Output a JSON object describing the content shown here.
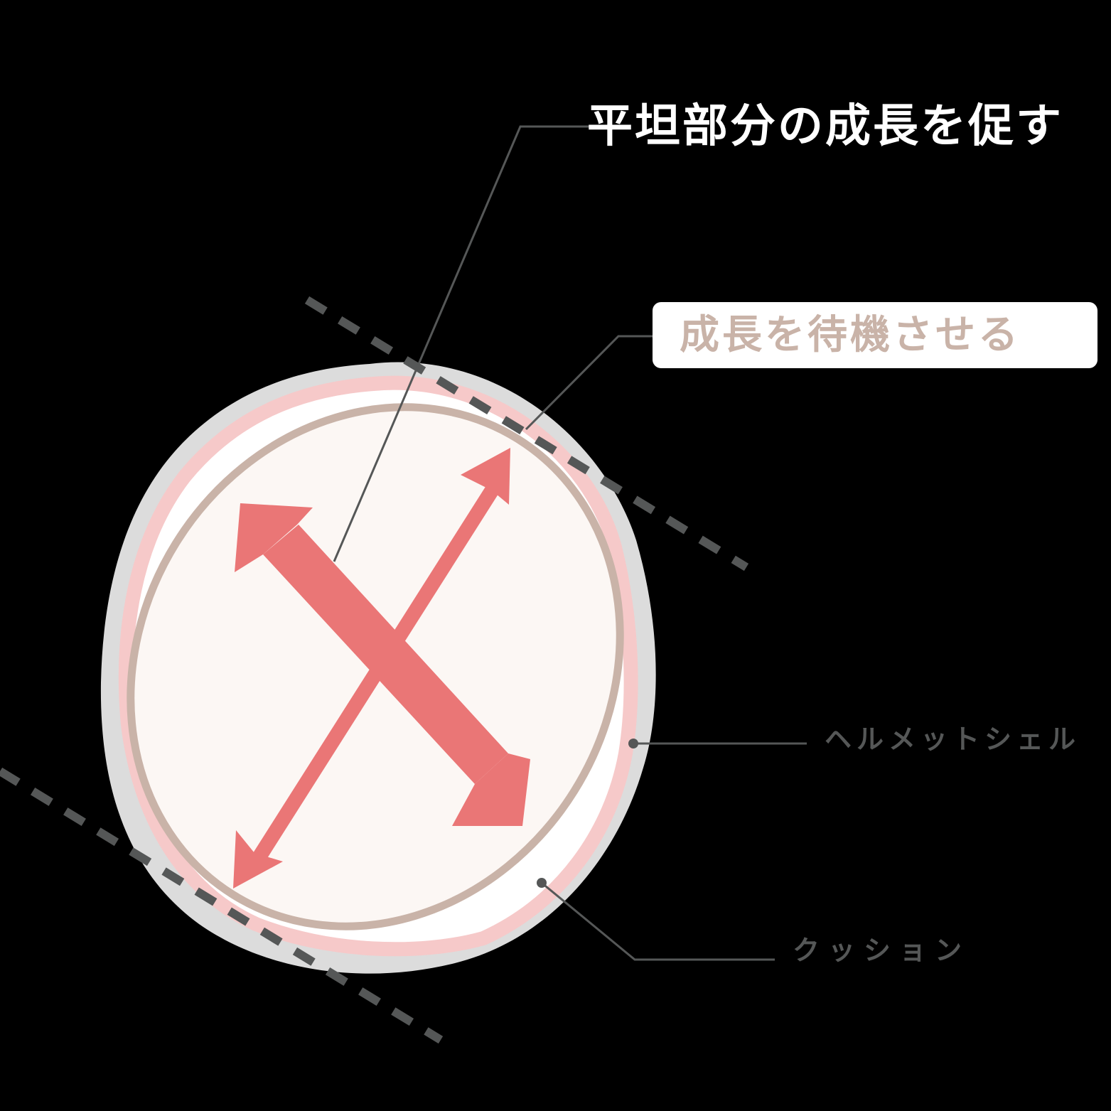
{
  "labels": {
    "promote_growth": "平坦部分の成長を促す",
    "wait_growth": "成長を待機させる",
    "helmet_shell": "ヘルメットシェル",
    "cushion": "クッション"
  },
  "colors": {
    "background": "#000000",
    "helmet_shell": "#dcdcdc",
    "cushion_outline": "#f6c9c9",
    "cushion_fill": "#ffffff",
    "head_outline": "#c9b3a8",
    "head_fill": "#fcf7f4",
    "arrow": "#ea7676",
    "leader_line": "#555757",
    "dashed_line": "#555757",
    "wait_label_text": "#c9b3a8",
    "promote_label_text": "#ffffff"
  },
  "icons": {
    "large_arrow": "double-headed-arrow-thick",
    "small_arrow": "double-headed-arrow-thin"
  }
}
